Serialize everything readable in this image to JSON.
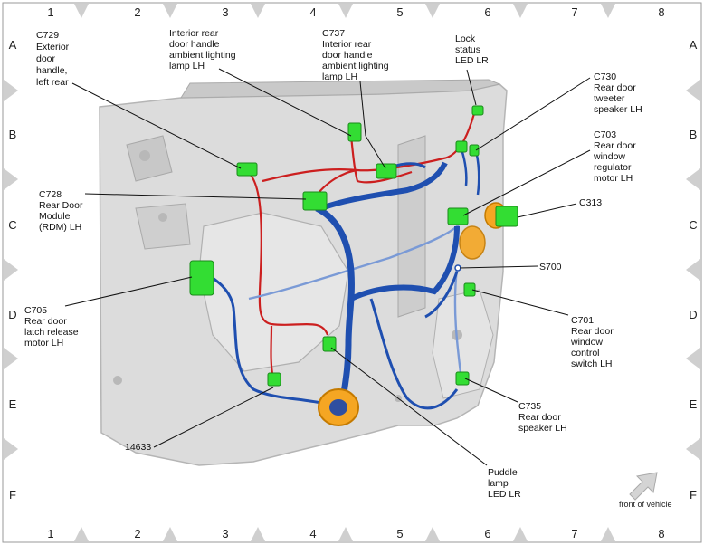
{
  "grid": {
    "columns": [
      "1",
      "2",
      "3",
      "4",
      "5",
      "6",
      "7",
      "8"
    ],
    "rows": [
      "A",
      "B",
      "C",
      "D",
      "E",
      "F"
    ]
  },
  "callouts": {
    "c729": [
      "C729",
      "Exterior",
      "door",
      "handle,",
      "left rear"
    ],
    "interior_lamp": [
      "Interior rear",
      "door handle",
      "ambient lighting",
      "lamp LH"
    ],
    "c737": [
      "C737",
      "Interior rear",
      "door handle",
      "ambient lighting",
      "lamp LH"
    ],
    "lock_led": [
      "Lock",
      "status",
      "LED LR"
    ],
    "c730": [
      "C730",
      "Rear door",
      "tweeter",
      "speaker LH"
    ],
    "c703": [
      "C703",
      "Rear door",
      "window",
      "regulator",
      "motor LH"
    ],
    "c313": [
      "C313"
    ],
    "c728": [
      "C728",
      "Rear Door",
      "Module",
      "(RDM) LH"
    ],
    "s700": [
      "S700"
    ],
    "c705": [
      "C705",
      "Rear door",
      "latch release",
      "motor LH"
    ],
    "c701": [
      "C701",
      "Rear door",
      "window",
      "control",
      "switch LH"
    ],
    "c735": [
      "C735",
      "Rear door",
      "speaker LH"
    ],
    "harness": [
      "14633"
    ],
    "puddle": [
      "Puddle",
      "lamp",
      "LED LR"
    ]
  },
  "front_label": "front of vehicle",
  "colors": {
    "connector_green": "#33dd33",
    "wire_red": "#cc1f1f",
    "wire_blue": "#1f4fb0",
    "orange_grommet": "#f5a623",
    "panel_gray": "#d9d9d9"
  }
}
